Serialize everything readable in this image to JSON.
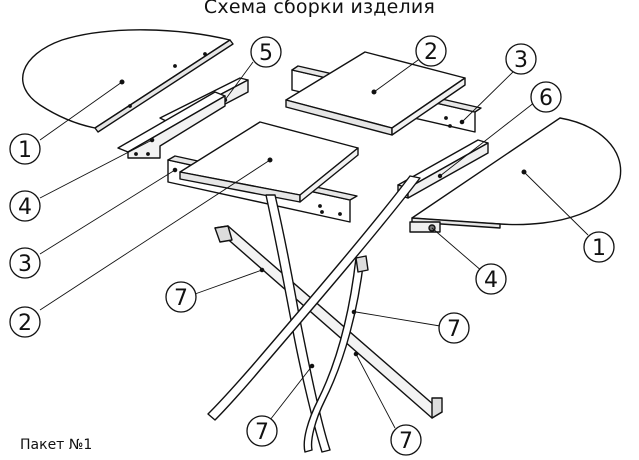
{
  "title": "Схема сборки изделия",
  "package_label": "Пакет №1",
  "callouts": [
    "1",
    "2",
    "3",
    "4",
    "5",
    "6",
    "7"
  ],
  "colors": {
    "line": "#111111",
    "part_fill": "#ffffff",
    "shadow": "#cfcfcf"
  }
}
